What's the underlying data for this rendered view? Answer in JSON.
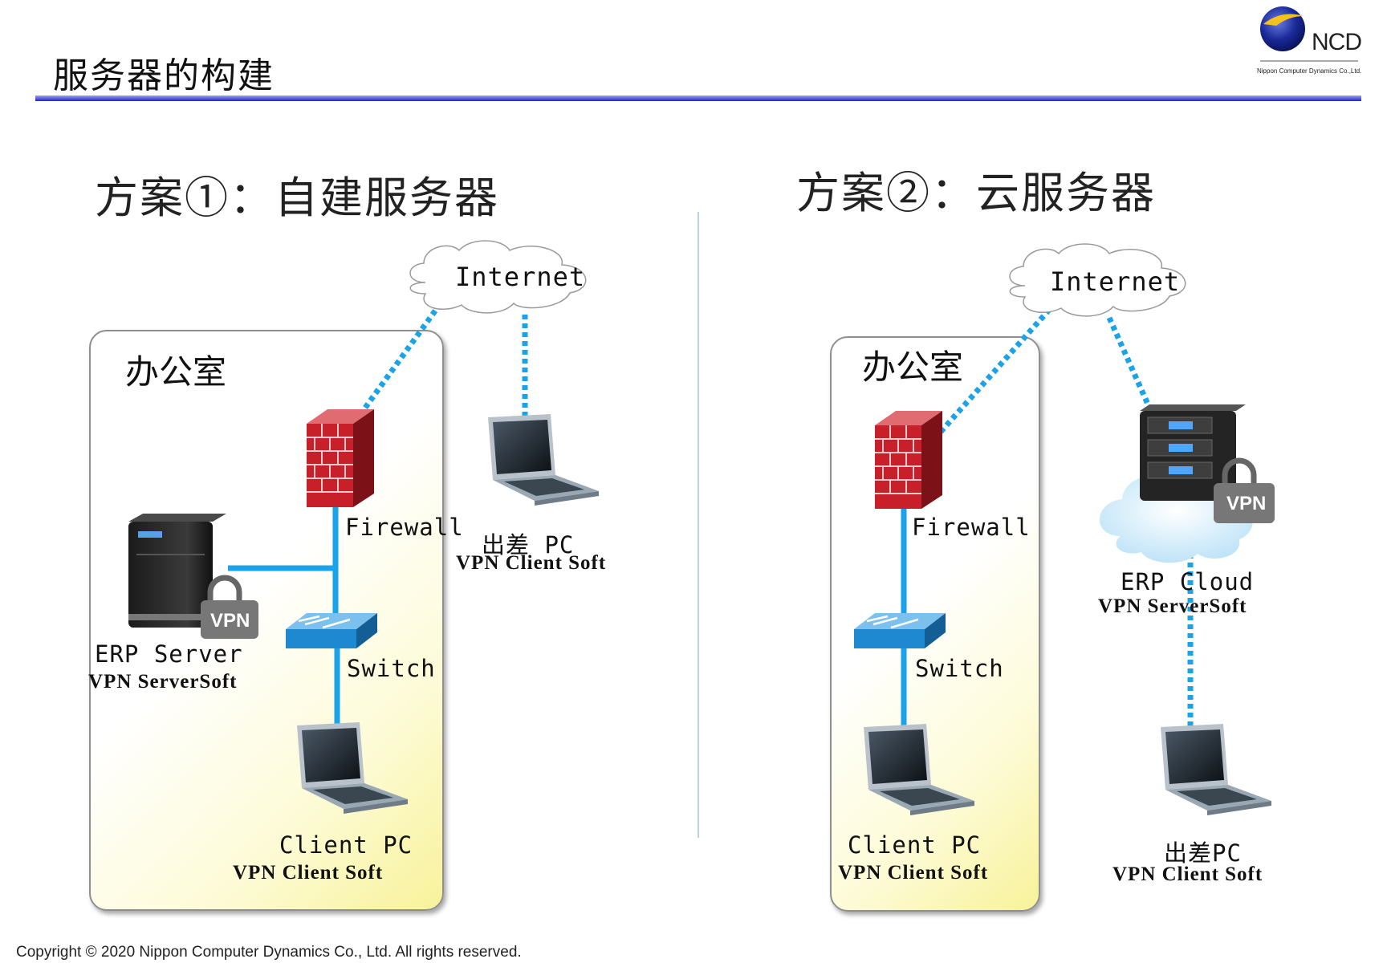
{
  "header": {
    "title": "服务器的构建"
  },
  "logo": {
    "text": "NCD",
    "company": "Nippon Computer Dynamics Co.,Ltd."
  },
  "left": {
    "heading": "方案①：自建服务器",
    "office_label": "办公室",
    "internet": "Internet",
    "firewall": "Firewall",
    "switch": "Switch",
    "server_name": "ERP Server",
    "server_soft": "VPN ServerSoft",
    "client_name": "Client PC",
    "client_soft": "VPN Client Soft",
    "remote_name": "出差 PC",
    "remote_soft": "VPN Client Soft",
    "vpn_badge": "VPN"
  },
  "right": {
    "heading": "方案②：云服务器",
    "office_label": "办公室",
    "internet": "Internet",
    "firewall": "Firewall",
    "switch": "Switch",
    "cloud_name": "ERP Cloud",
    "cloud_soft": "VPN ServerSoft",
    "client_name": "Client PC",
    "client_soft": "VPN Client Soft",
    "remote_name": "出差PC",
    "remote_soft": "VPN Client Soft",
    "vpn_badge": "VPN"
  },
  "footer": {
    "copyright": "Copyright © 2020 Nippon Computer Dynamics Co., Ltd. All rights reserved."
  },
  "colors": {
    "link": "#1aa3e8",
    "firewall": "#c8202a",
    "switch": "#1e88d0",
    "title_bar": "#2222cc"
  }
}
